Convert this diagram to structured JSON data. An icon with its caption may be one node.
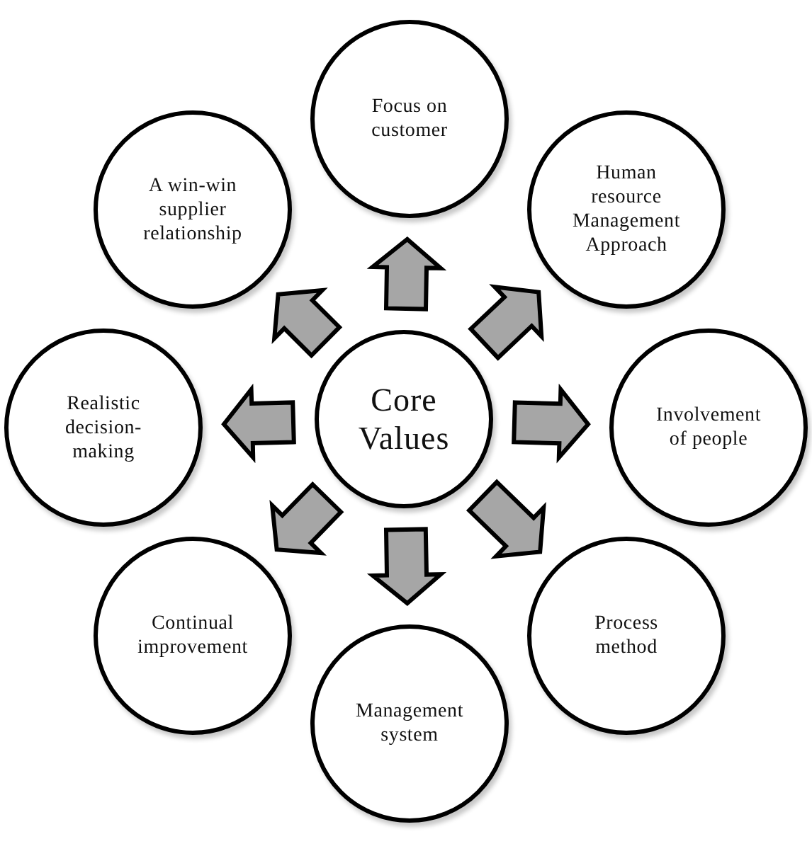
{
  "diagram": {
    "nodes": [
      {
        "text": [
          "Focus on customer"
        ]
      },
      {
        "text": [
          "A win-win supplier relationship"
        ]
      },
      {
        "text": [
          "Human resource Management Approach"
        ]
      },
      {
        "text": [
          "Realistic decision-making"
        ]
      },
      {
        "text": [
          "Core Values"
        ]
      },
      {
        "text": [
          "Involvement of people"
        ]
      },
      {
        "text": [
          "Continual improvement"
        ]
      },
      {
        "text": [
          "Process method"
        ]
      },
      {
        "text": [
          "Management system"
        ]
      }
    ],
    "edges": [
      {
        "from": 4,
        "to": 0,
        "arrow": "to"
      },
      {
        "from": 4,
        "to": 2,
        "arrow": "to"
      },
      {
        "from": 4,
        "to": 5,
        "arrow": "to"
      },
      {
        "from": 4,
        "to": 7,
        "arrow": "to"
      },
      {
        "from": 4,
        "to": 8,
        "arrow": "to"
      },
      {
        "from": 4,
        "to": 6,
        "arrow": "to"
      },
      {
        "from": 4,
        "to": 3,
        "arrow": "to"
      },
      {
        "from": 4,
        "to": 1,
        "arrow": "to"
      }
    ]
  }
}
